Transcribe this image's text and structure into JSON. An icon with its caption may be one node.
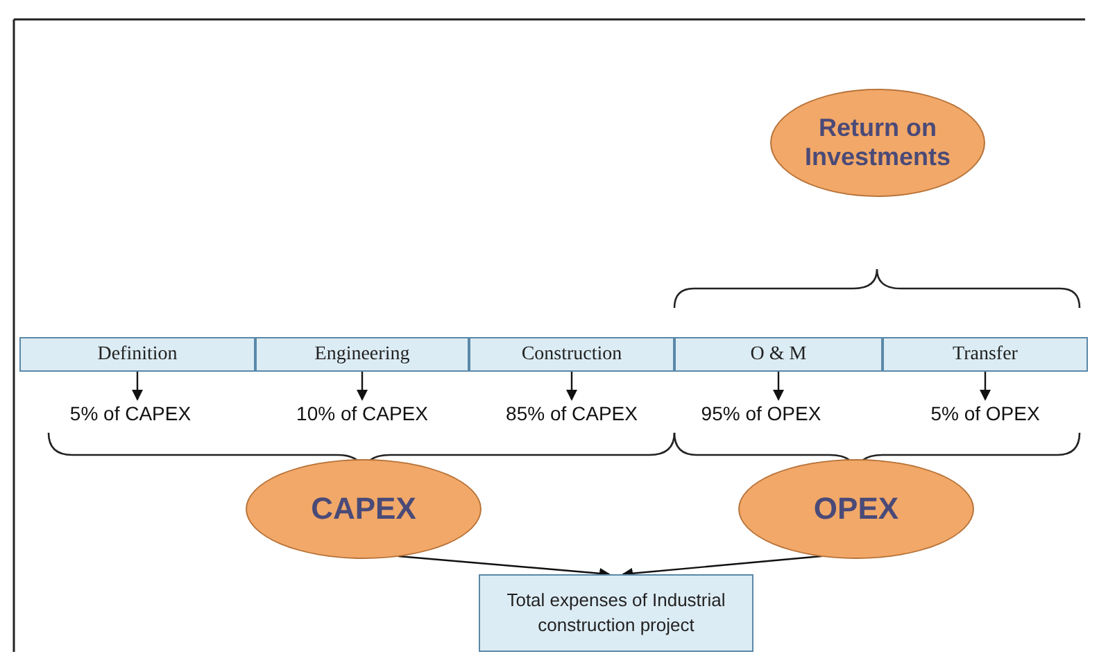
{
  "diagram": {
    "nodes": [
      {
        "text": [
          "Return on Investments"
        ]
      },
      {
        "text": [
          "Definition"
        ]
      },
      {
        "text": [
          "Engineering"
        ]
      },
      {
        "text": [
          "Construction"
        ]
      },
      {
        "text": [
          "O & M"
        ]
      },
      {
        "text": [
          "Transfer"
        ]
      },
      {
        "text": [
          "5% of CAPEX"
        ]
      },
      {
        "text": [
          "10% of CAPEX"
        ]
      },
      {
        "text": [
          "85% of CAPEX"
        ]
      },
      {
        "text": [
          "95% of OPEX"
        ]
      },
      {
        "text": [
          "5% of OPEX"
        ]
      },
      {
        "text": [
          "CAPEX"
        ]
      },
      {
        "text": [
          "OPEX"
        ]
      },
      {
        "text": [
          "Total expenses of Industrial construction project"
        ]
      }
    ],
    "edges": [
      {
        "from": 1,
        "to": 6,
        "arrow": "to"
      },
      {
        "from": 2,
        "to": 7,
        "arrow": "to"
      },
      {
        "from": 3,
        "to": 8,
        "arrow": "to"
      },
      {
        "from": 4,
        "to": 9,
        "arrow": "to"
      },
      {
        "from": 5,
        "to": 10,
        "arrow": "to"
      },
      {
        "from": 11,
        "to": 13,
        "arrow": "to"
      },
      {
        "from": 12,
        "to": 13,
        "arrow": "to"
      }
    ]
  }
}
